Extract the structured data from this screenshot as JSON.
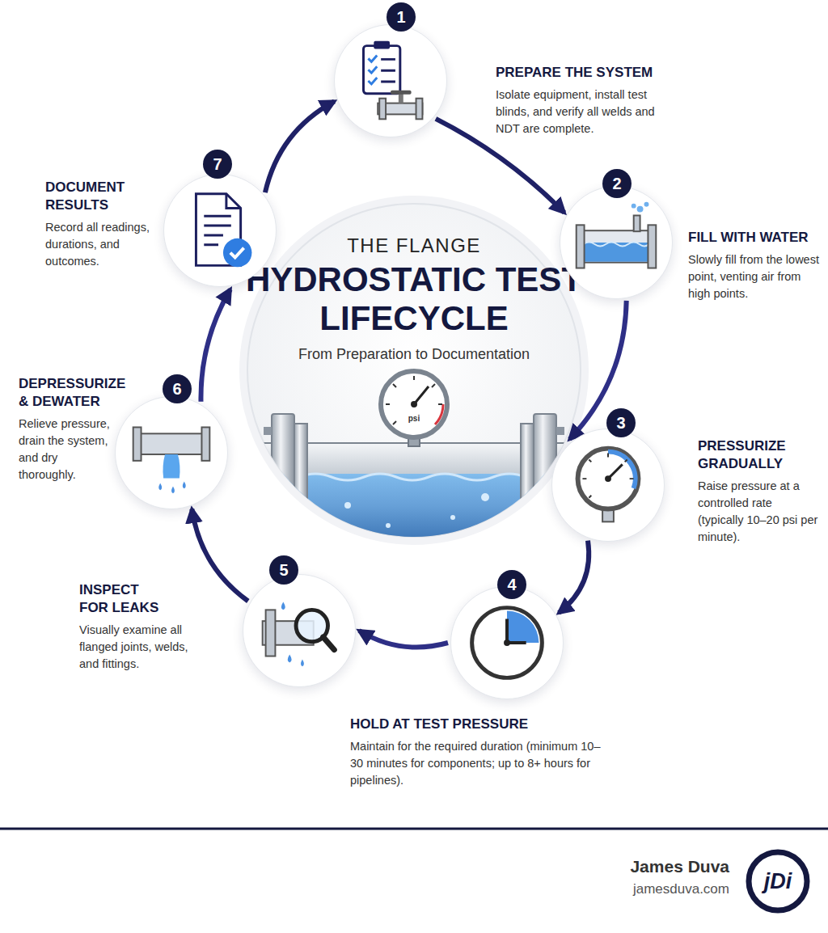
{
  "diagram": {
    "title": "HYDROSTATIC TEST LIFECYCLE",
    "caption": "From Preparation to Documentation",
    "nodes": [
      {
        "text": [
          "1",
          "PREPARE THE SYSTEM",
          "Isolate equipment, install test blinds, and verify all welds and NDT are complete."
        ]
      },
      {
        "text": [
          "2",
          "FILL WITH WATER",
          "Slowly fill from the lowest point, venting air from high points."
        ]
      },
      {
        "text": [
          "3",
          "PRESSURIZE GRADUALLY",
          "Raise pressure at a controlled rate (typically 10–20 psi per minute)."
        ]
      },
      {
        "text": [
          "4",
          "HOLD AT TEST PRESSURE",
          "Maintain for the required duration (minimum 10–30 minutes for components; up to 8+ hours for pipelines)."
        ]
      },
      {
        "text": [
          "5",
          "INSPECT FOR LEAKS",
          "Visually examine all flanged joints, welds, and fittings."
        ]
      },
      {
        "text": [
          "6",
          "DEPRESSURIZE & DEWATER",
          "Relieve pressure, drain the system, and dry thoroughly."
        ]
      },
      {
        "text": [
          "7",
          "DOCUMENT RESULTS",
          "Record all readings, durations, and outcomes."
        ]
      }
    ],
    "edges": [
      {
        "from": 0,
        "to": 1,
        "arrow": "to"
      },
      {
        "from": 1,
        "to": 2,
        "arrow": "to"
      },
      {
        "from": 2,
        "to": 3,
        "arrow": "to"
      },
      {
        "from": 3,
        "to": 4,
        "arrow": "to"
      },
      {
        "from": 4,
        "to": 5,
        "arrow": "to"
      },
      {
        "from": 5,
        "to": 6,
        "arrow": "to"
      },
      {
        "from": 6,
        "to": 0,
        "arrow": "to"
      }
    ],
    "labels": [
      "THE FLANGE",
      "psi",
      "James Duva",
      "jamesduva.com",
      "jDi"
    ]
  }
}
